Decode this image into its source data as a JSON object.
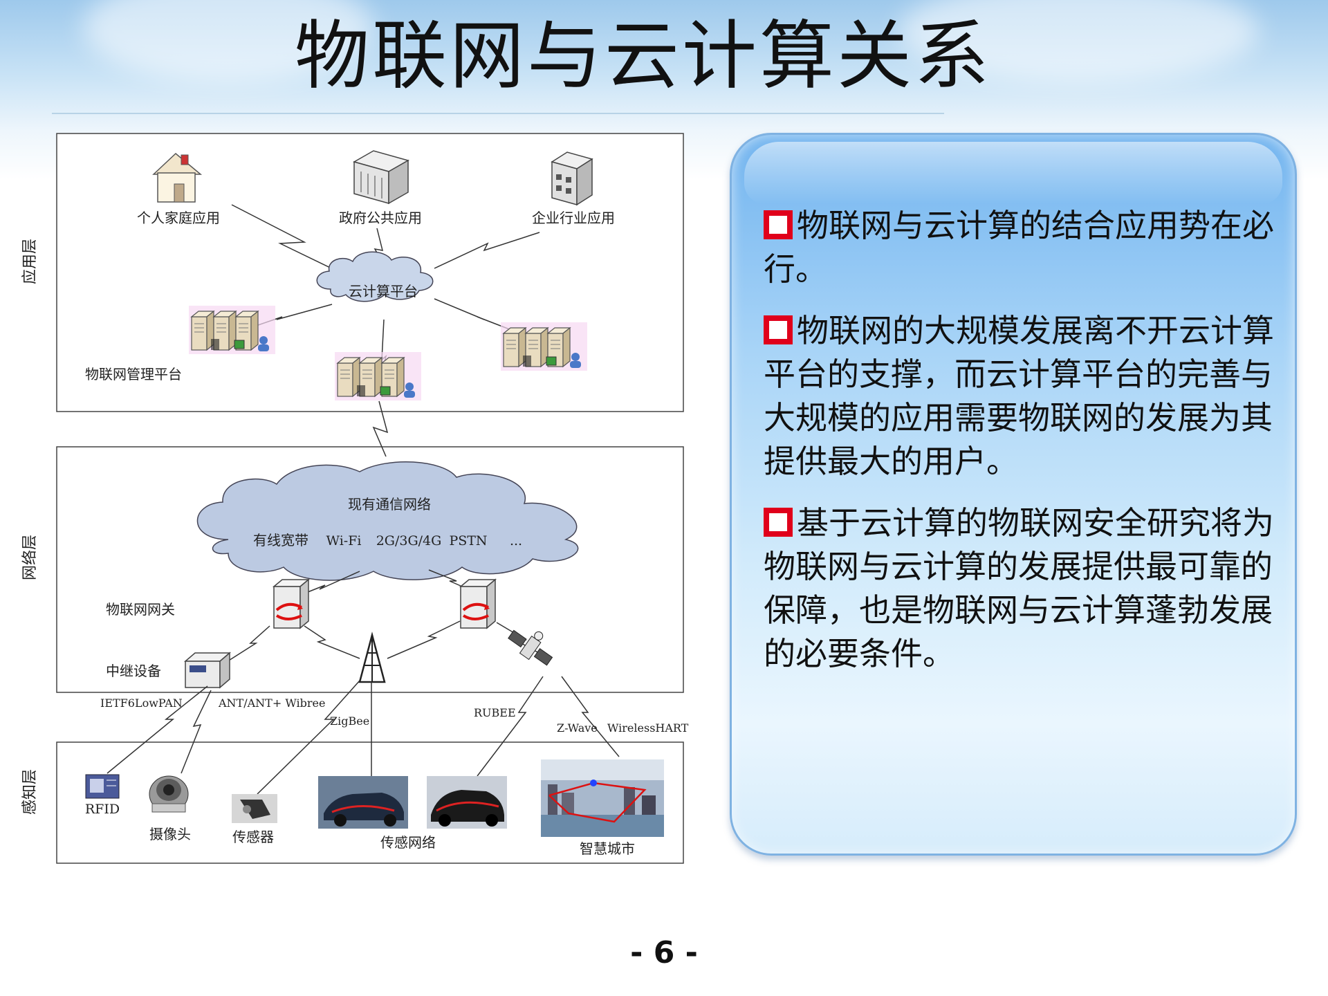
{
  "title": "物联网与云计算关系",
  "page_number": "- 6 -",
  "diagram": {
    "layers": {
      "application": "应用层",
      "network": "网络层",
      "perception": "感知层"
    },
    "application": {
      "home_app": "个人家庭应用",
      "gov_app": "政府公共应用",
      "enterprise_app": "企业行业应用",
      "cloud_platform": "云计算平台",
      "iot_mgmt_platform": "物联网管理平台"
    },
    "network": {
      "existing_network": "现有通信网络",
      "broadband": "有线宽带",
      "wifi": "Wi-Fi",
      "cellular": "2G/3G/4G",
      "pstn": "PSTN",
      "more": "...",
      "gateway": "物联网网关",
      "relay": "中继设备"
    },
    "protocols": {
      "ietf": "IETF6LowPAN",
      "ant": "ANT/ANT+ Wibree",
      "zigbee": "ZigBee",
      "rubee": "RUBEE",
      "zwave": "Z-Wave",
      "wirelesshart": "WirelessHART"
    },
    "perception": {
      "rfid": "RFID",
      "camera": "摄像头",
      "sensor": "传感器",
      "sensor_network": "传感网络",
      "smart_city": "智慧城市"
    }
  },
  "bullets": [
    "物联网与云计算的结合应用势在必行。",
    "物联网的大规模发展离不开云计算平台的支撑，而云计算平台的完善与大规模的应用需要物联网的发展为其提供最大的用户。",
    "基于云计算的物联网安全研究将为物联网与云计算的发展提供最可靠的保障，也是物联网与云计算蓬勃发展的必要条件。"
  ],
  "colors": {
    "bullet_marker": "#e0001b",
    "panel_border": "#7fb2e2",
    "cloud_fill": "#b8c8e0",
    "link_red": "#d11"
  }
}
